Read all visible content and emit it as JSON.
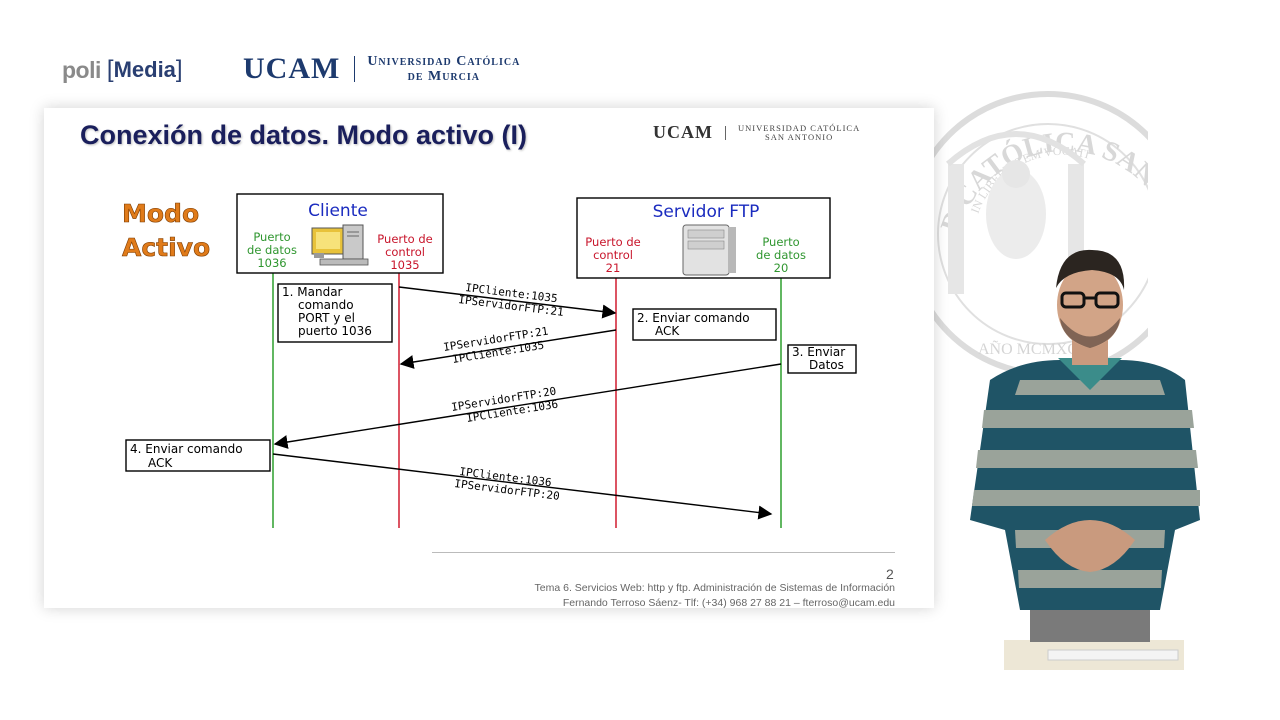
{
  "header": {
    "poli": "poli",
    "media": "Media",
    "ucam": "UCAM",
    "university_line1": "Universidad Católica",
    "university_line2": "de Murcia"
  },
  "slide": {
    "title": "Conexión de datos. Modo activo (I)",
    "ucam": "UCAM",
    "university_line1": "UNIVERSIDAD CATÓLICA",
    "university_line2": "SAN ANTONIO",
    "page_number": "2",
    "footer_line1": "Tema  6. Servicios Web: http y ftp. Administración de Sistemas de Información",
    "footer_line2": "Fernando Terroso Sáenz- Tlf: (+34) 968 27 88 21 – fterroso@ucam.edu"
  },
  "diagram": {
    "mode_line1": "Modo",
    "mode_line2": "Activo",
    "client_title": "Cliente",
    "client_data_port_l1": "Puerto",
    "client_data_port_l2": "de datos",
    "client_data_port_l3": "1036",
    "client_ctrl_port_l1": "Puerto de",
    "client_ctrl_port_l2": "control",
    "client_ctrl_port_l3": "1035",
    "server_title": "Servidor FTP",
    "server_ctrl_port_l1": "Puerto de",
    "server_ctrl_port_l2": "control",
    "server_ctrl_port_l3": "21",
    "server_data_port_l1": "Puerto",
    "server_data_port_l2": "de datos",
    "server_data_port_l3": "20",
    "step1_l1": "1. Mandar",
    "step1_l2": "comando",
    "step1_l3": "PORT y el",
    "step1_l4": "puerto 1036",
    "step2_l1": "2. Enviar comando",
    "step2_l2": "ACK",
    "step3_l1": "3. Enviar",
    "step3_l2": "Datos",
    "step4_l1": "4. Enviar comando",
    "step4_l2": "ACK",
    "arrow1_a": "IPCliente:1035",
    "arrow1_b": "IPServidorFTP:21",
    "arrow2_a": "IPServidorFTP:21",
    "arrow2_b": "IPCliente:1035",
    "arrow3_a": "IPServidorFTP:20",
    "arrow3_b": "IPCliente:1036",
    "arrow4_a": "IPCliente:1036",
    "arrow4_b": "IPServidorFTP:20"
  },
  "seal": {
    "text_top": "D CATÓLICA SAN ANTONI",
    "text_inner": "IN LIBERTATEM VOCATI",
    "text_bottom": "AÑO MCMXC"
  },
  "colors": {
    "green_lifeline": "#3aa53a",
    "red_lifeline": "#d42a3c",
    "title_blue": "#1a1f5c",
    "box_title_blue": "#1a2bbf",
    "mode_orange": "#e07b1a"
  }
}
